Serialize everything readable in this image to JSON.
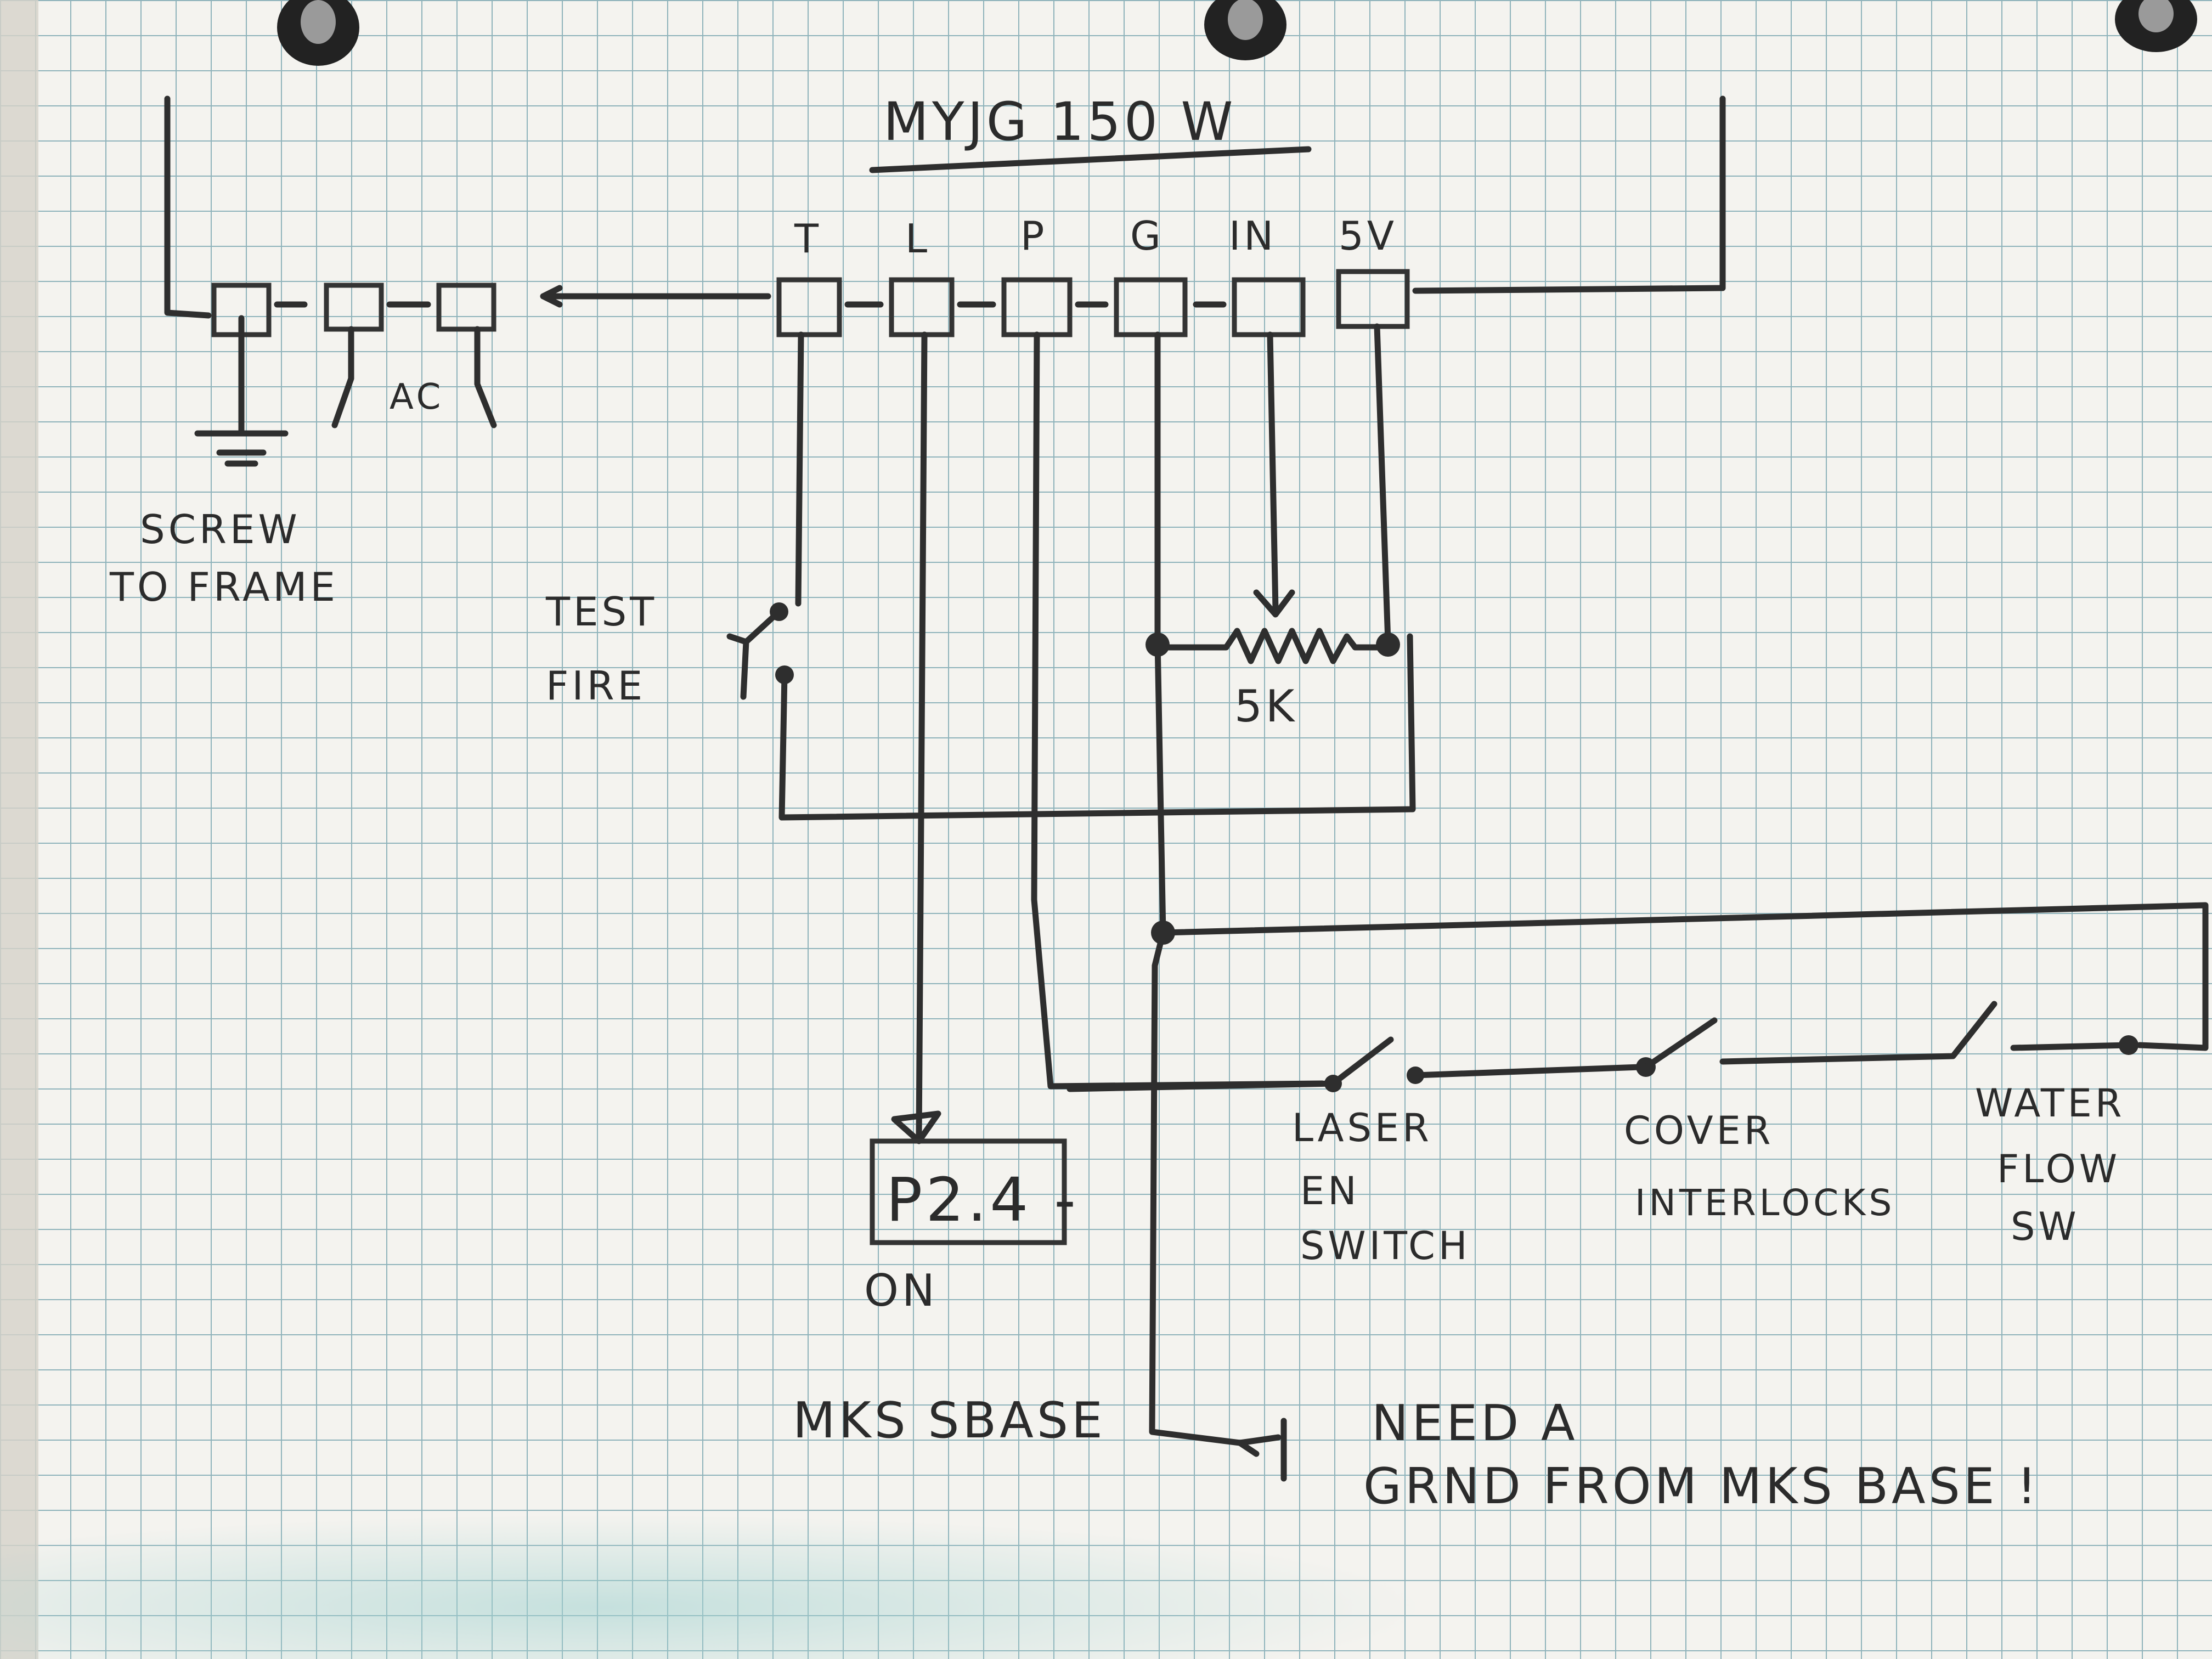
{
  "colors": {
    "paper": "#f4f3ef",
    "grid": "#8fb3bb",
    "ink": "#2e2e2e",
    "background": "#d9d6cf",
    "water_stain": "#9fd1cf"
  },
  "diagram": {
    "title": "MYJG 150 W",
    "terminals": {
      "t": "T",
      "l": "L",
      "p": "P",
      "g": "G",
      "in": "IN",
      "v5": "5V"
    },
    "ac_label": "AC",
    "screw_label_line1": "SCREW",
    "screw_label_line2": "TO FRAME",
    "test_fire_line1": "TEST",
    "test_fire_line2": "FIRE",
    "pot_value": "5K",
    "p24_box": "P2.4 -",
    "on_label": "ON",
    "mks_label": "MKS SBASE",
    "laser_en_line1": "LASER",
    "laser_en_line2": "EN",
    "laser_en_line3": "SWITCH",
    "cover_line1": "COVER",
    "cover_line2": "INTERLOCKS",
    "water_line1": "WATER",
    "water_line2": "FLOW",
    "water_line3": "SW",
    "note_line1": "NEED A",
    "note_line2": "GRND FROM MKS BASE !"
  }
}
